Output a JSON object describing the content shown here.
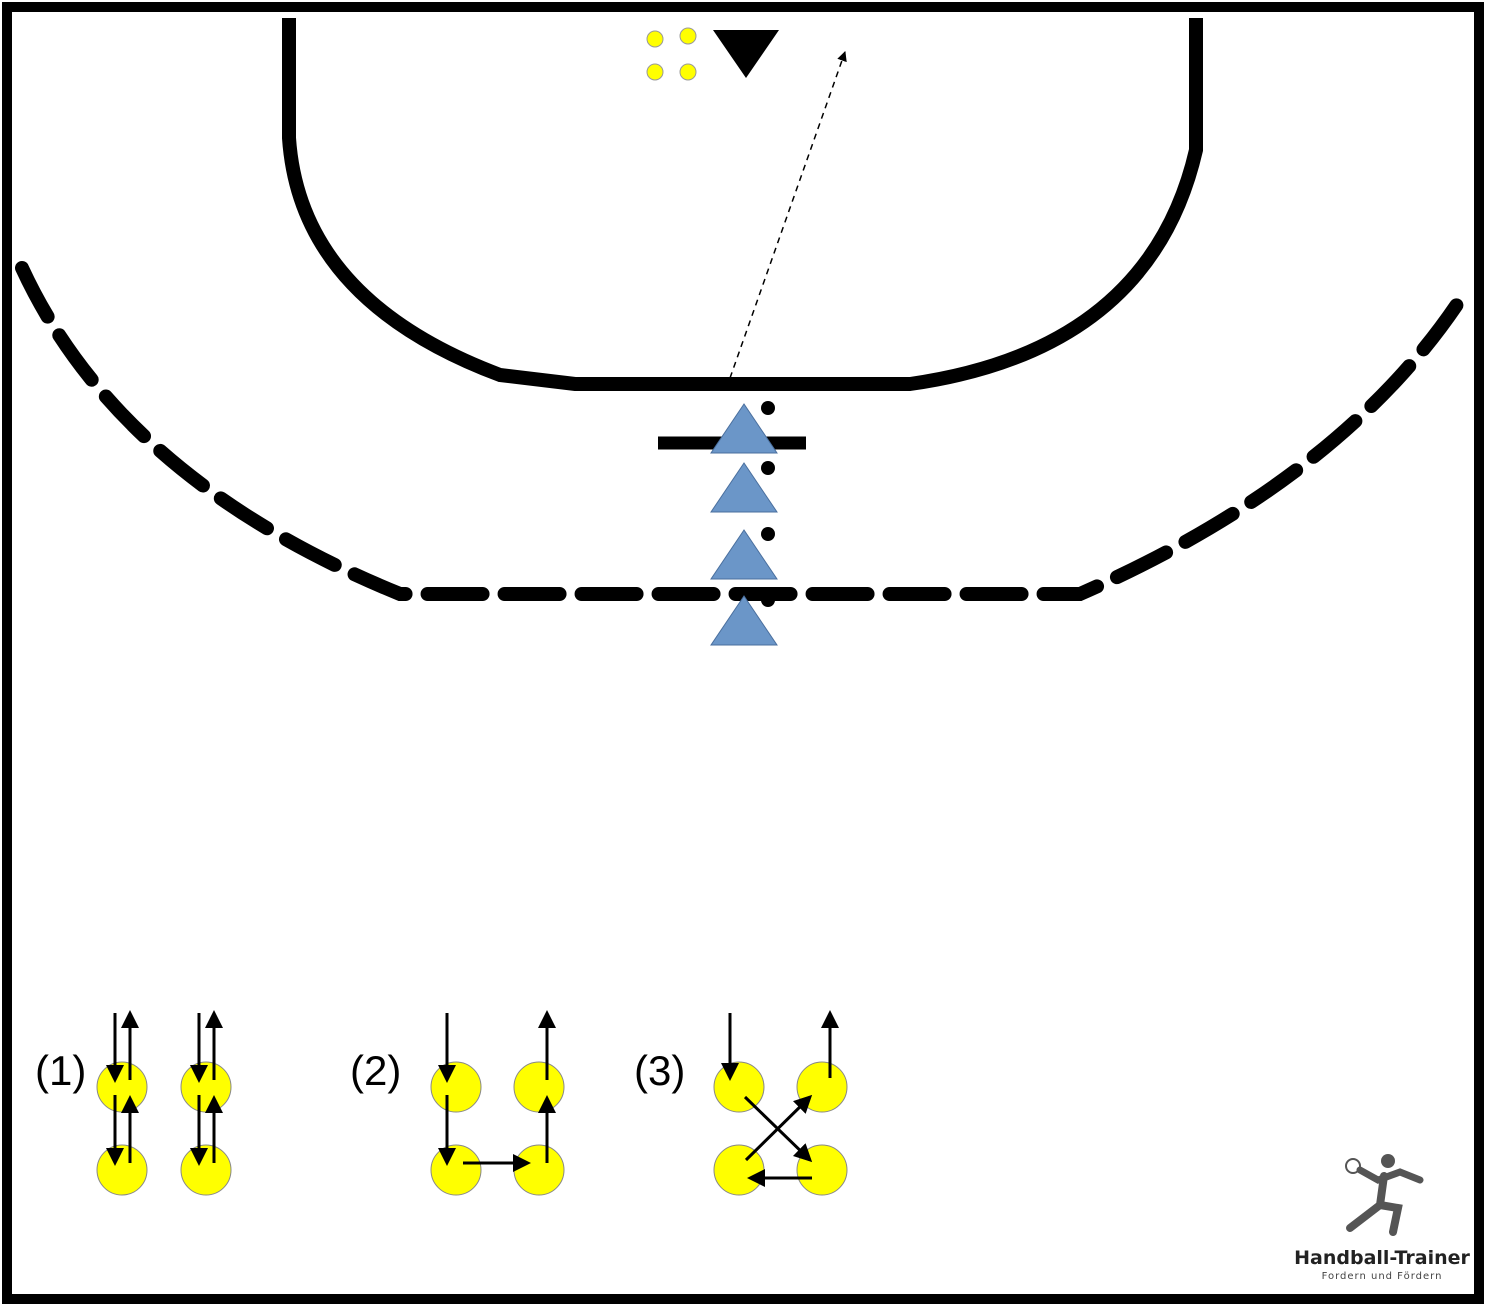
{
  "diagram": {
    "variants": [
      {
        "label": "(1)"
      },
      {
        "label": "(2)"
      },
      {
        "label": "(3)"
      }
    ],
    "colors": {
      "court_line": "#000000",
      "player_yellow": "#ffff00",
      "attacker_blue": "#6b96c8",
      "goalkeeper": "#000000",
      "logo_grey": "#555555"
    },
    "icons": [
      "goalkeeper-triangle-icon",
      "attacker-triangle-icon",
      "ball-icon",
      "yellow-player-icon",
      "handball-player-logo-icon"
    ]
  },
  "logo": {
    "title": "Handball-Trainer",
    "tagline": "Fordern und Fördern"
  }
}
